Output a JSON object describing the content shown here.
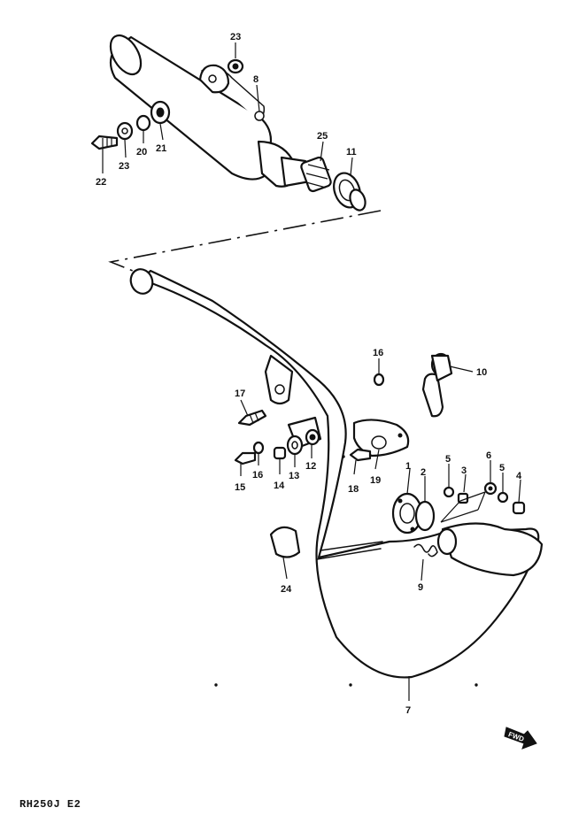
{
  "callouts": {
    "c1": "1",
    "c2": "2",
    "c3": "3",
    "c4": "4",
    "c5a": "5",
    "c5b": "5",
    "c6": "6",
    "c7": "7",
    "c8": "8",
    "c9": "9",
    "c10": "10",
    "c11": "11",
    "c12": "12",
    "c13": "13",
    "c14": "14",
    "c15": "15",
    "c16a": "16",
    "c16b": "16",
    "c17": "17",
    "c18": "18",
    "c19": "19",
    "c20": "20",
    "c21": "21",
    "c22": "22",
    "c23a": "23",
    "c23b": "23",
    "c24": "24",
    "c25": "25"
  },
  "fwd_label": "FWD",
  "caption": "RH250J E2"
}
